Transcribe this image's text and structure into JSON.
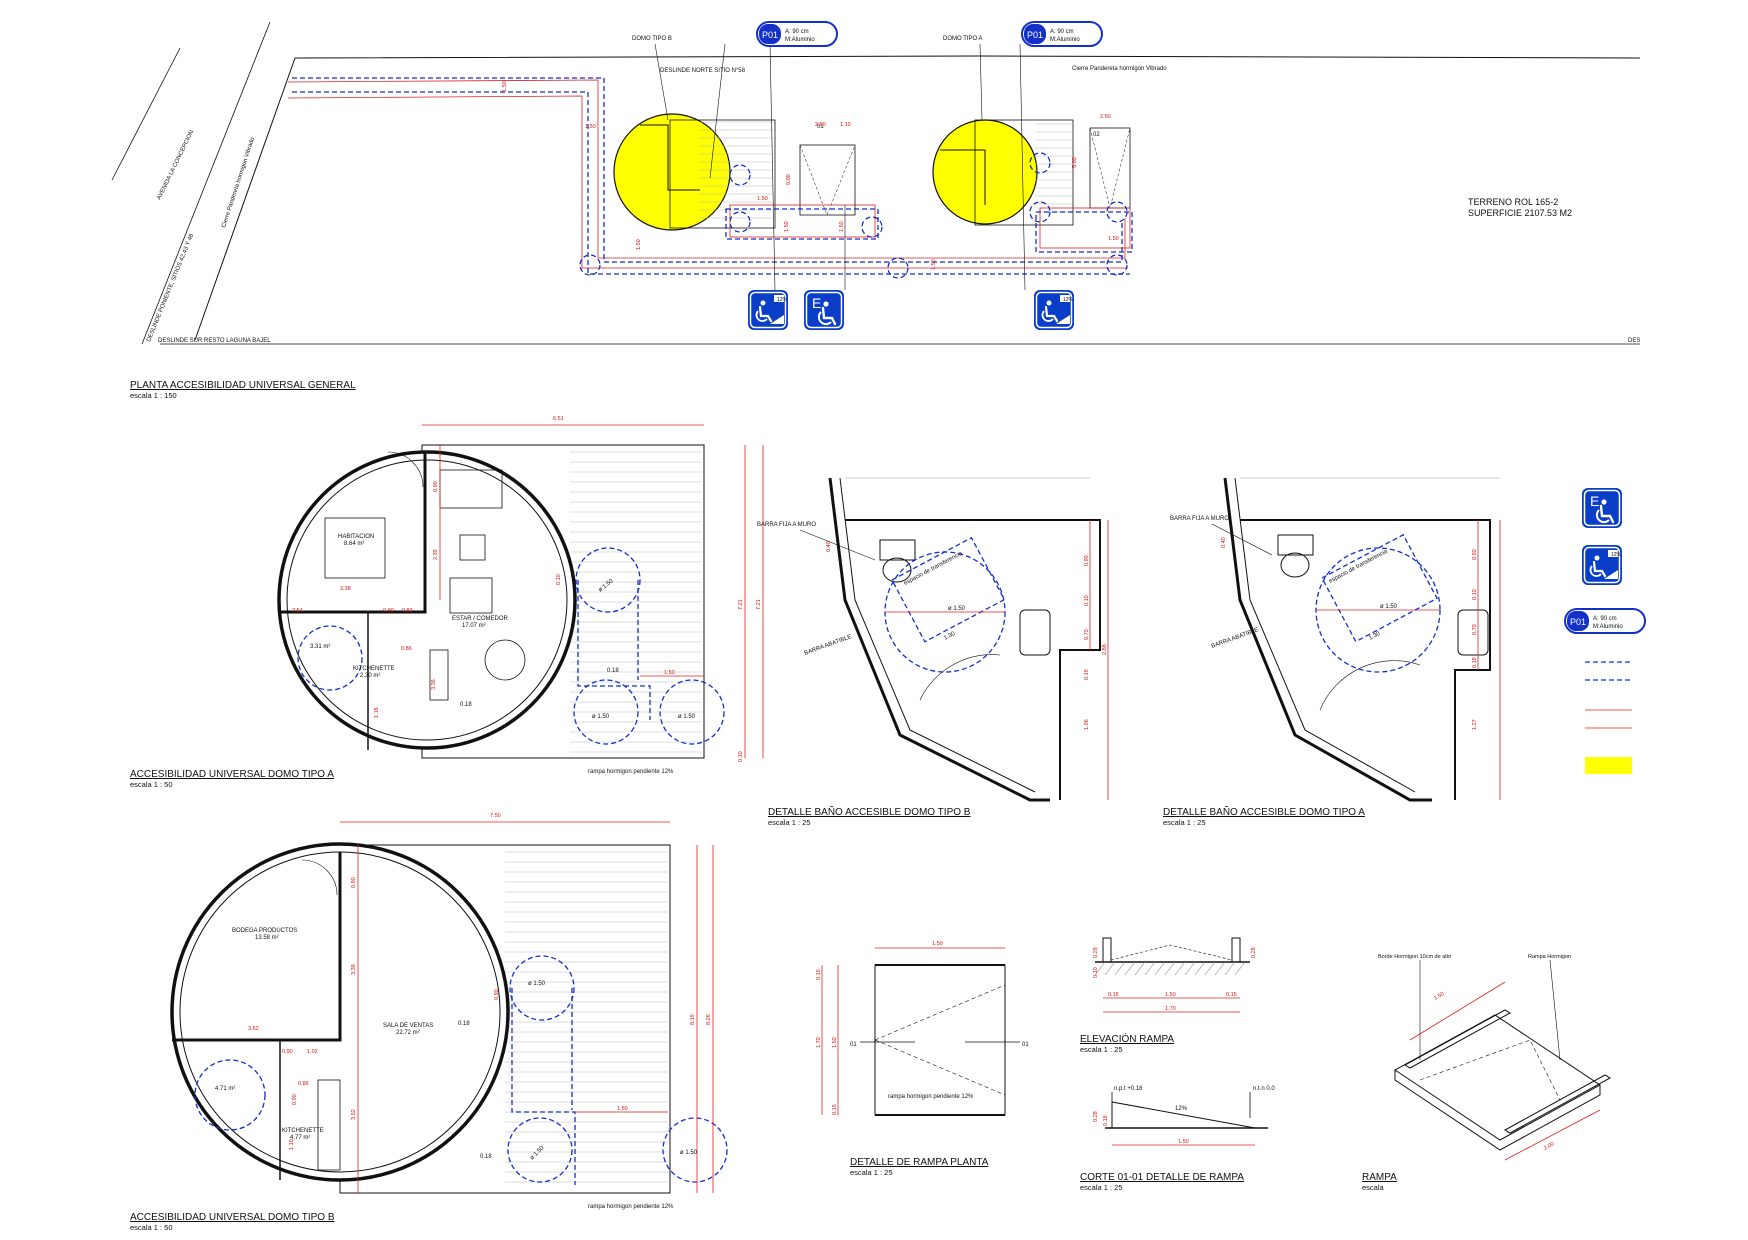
{
  "site": {
    "domo_b_label": "DOMO TIPO B",
    "domo_a_label": "DOMO TIPO A",
    "deslinde_norte": "DESLINDE NORTE SITIO N°58",
    "cierre": "Cierre Panderetа hormigon Vibrado",
    "avenida": "AVENIDA LA CONCEPCION",
    "deslinde_poniente": "DESLINDE PONIENTE, SITIOS 42,43 Y 48",
    "cierre_vertical": "Cierre Panderetа hormigon Vibrado",
    "deslinde_sur": "DESLINDE SUR RESTO LAGUNA BAJEL",
    "deslinde_right": "DES",
    "terreno": "TERRENO ROL 165-2",
    "superficie": "SUPERFICIE 2107.53 M2",
    "dims": [
      "2.50",
      "1.10",
      "2.50",
      "5.00",
      "5.00",
      "1.50",
      "1.50",
      "1.50",
      "1.50",
      "1.50",
      "1.50",
      "1.50",
      "1.50"
    ],
    "label_01": "01",
    "label_02": "02"
  },
  "badge": {
    "code": "P01",
    "line1": "A: 90 cm",
    "line2": "M:Aluminio"
  },
  "signs": {
    "e_letter": "E",
    "ramp_tag": "12%"
  },
  "titles": {
    "general": "PLANTA ACCESIBILIDAD UNIVERSAL GENERAL",
    "general_scale": "escala      1 : 150",
    "domo_a": "ACCESIBILIDAD UNIVERSAL  DOMO TIPO A",
    "domo_a_scale": "escala      1 : 50",
    "domo_b": "ACCESIBILIDAD UNIVERSAL DOMO TIPO B",
    "domo_b_scale": "escala      1 : 50",
    "bano_b": "DETALLE BAÑO ACCESIBLE DOMO TIPO B",
    "bano_b_scale": "escala      1 : 25",
    "bano_a": "DETALLE BAÑO ACCESIBLE DOMO TIPO A",
    "bano_a_scale": "escala      1 : 25",
    "rampa_planta": "DETALLE DE RAMPA PLANTA",
    "rampa_planta_scale": "escala      1 : 25",
    "elevacion": "ELEVACIÓN RAMPA",
    "elevacion_scale": "escala      1 : 25",
    "corte": "CORTE 01-01 DETALLE DE RAMPA",
    "corte_scale": "escala      1 : 25",
    "rampa": "RAMPA",
    "rampa_scale": "escala"
  },
  "domo_a": {
    "width_dim": "6.51",
    "habitacion": "HABITACION",
    "habitacion_area": "8.64 m²",
    "estar": "ESTAR / COMEDOR",
    "estar_area": "17.07 m²",
    "kitchenette": "KITCHENETTE",
    "kitchenette_area": "2.30 m²",
    "bano_area": "3.31 m²",
    "circle_dim": "ø 1.50",
    "ramp_dim": "1.50",
    "level": "0.18",
    "ramp_note": "rampa hormigon pendiente 12%",
    "v_dims": [
      "7.21",
      "7.21",
      "0.90",
      "2.39",
      "0.10"
    ],
    "dims_small": [
      "2.54",
      "0.90",
      "0.83",
      "3.38",
      "0.86",
      "3.36",
      "1.16",
      "0.10"
    ]
  },
  "domo_b": {
    "width_dim": "7.50",
    "bodega": "BODEGA PRODUCTOS",
    "bodega_area": "13.58 m²",
    "sala": "SALA DE VENTAS",
    "sala_area": "22.72 m²",
    "kitchenette": "KITCHENETTE",
    "kitchenette_area": "4.77 m²",
    "bano_area": "4.71 m²",
    "circle_dim": "ø 1.50",
    "ramp_dim": "1.50",
    "level": "0.18",
    "ramp_note": "rampa hormigon pendiente 12%",
    "v_dims": [
      "8.19",
      "8.26",
      "0.90",
      "3.38",
      "3.52",
      "0.90"
    ],
    "dims_small": [
      "3.62",
      "0.90",
      "1.02",
      "0.86",
      "0.90",
      "1.10"
    ]
  },
  "bano": {
    "barra_fija": "BARRA FIJA A MURO",
    "barra_abatible": "BARRA ABATIBLE",
    "espacio": "espacio de transferencia",
    "diameter": "ø 1.50",
    "d130": "1.30",
    "b_dims": [
      "0.90",
      "0.10",
      "0.70",
      "0.19",
      "2.88",
      "1.06",
      "0.40"
    ],
    "a_dims": [
      "0.90",
      "0.10",
      "0.70",
      "0.19",
      "1.27",
      "0.40"
    ]
  },
  "rampa_planta": {
    "top_dim": "1.50",
    "note": "rampa hormigon pendiente 12%",
    "cut_a": "01",
    "cut_b": "01",
    "dims": [
      "0.15",
      "1.70",
      "1.50",
      "0.15"
    ]
  },
  "elevacion": {
    "dims": [
      "0.15",
      "1.50",
      "0.15",
      "1.70",
      "0.28",
      "0.10",
      "0.28"
    ]
  },
  "corte": {
    "npt": "n.p.t +0.18",
    "nte": "n.t.n 0.0",
    "slope": "12%",
    "len": "1.50",
    "d28": "0.28",
    "d18": "0.18"
  },
  "rampa_iso": {
    "borde": "Borde Hormigon 10cm de alto",
    "rampa": "Rampa Hormigon",
    "d150": "1.50",
    "d2": "2.00"
  },
  "legend": {
    "colors": {
      "blue": "#1330c8",
      "red": "#e02020",
      "yellow": "#ffff00"
    }
  }
}
